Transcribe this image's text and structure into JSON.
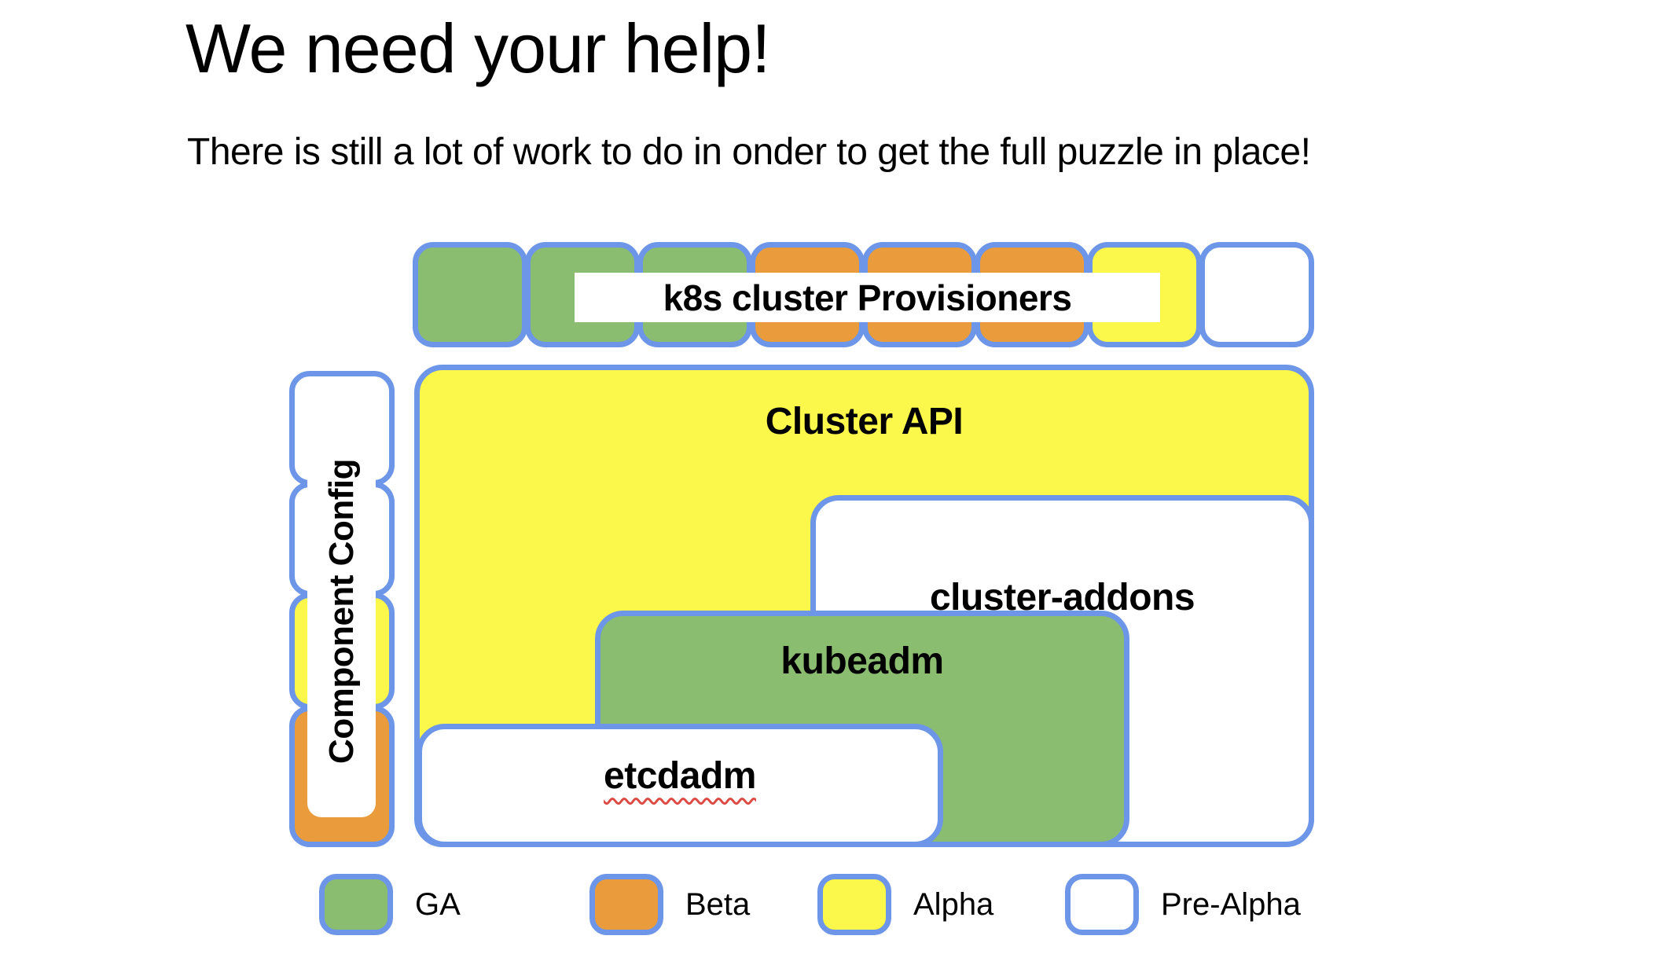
{
  "title": "We need your help!",
  "subtitle": "There is still a lot of work to do in onder to get the full puzzle in place!",
  "colors": {
    "ga": "#8abd70",
    "beta": "#ea9c3c",
    "alpha": "#fcf74b",
    "pre-alpha": "#ffffff",
    "border_blue": "#6d96e8",
    "spellcheck_red": "#dd4b44"
  },
  "provisioners": {
    "label": "k8s cluster Provisioners",
    "squares": [
      "ga",
      "ga",
      "ga",
      "beta",
      "beta",
      "beta",
      "alpha",
      "pre-alpha"
    ]
  },
  "component_config": {
    "label": "Component Config",
    "squares": [
      "pre-alpha",
      "pre-alpha",
      "alpha",
      "beta"
    ]
  },
  "pieces": {
    "cluster_api": {
      "label": "Cluster API",
      "status": "alpha"
    },
    "cluster_addons": {
      "label": "cluster-addons",
      "status": "pre-alpha"
    },
    "kubeadm": {
      "label": "kubeadm",
      "status": "ga"
    },
    "etcdadm": {
      "label": "etcdadm",
      "status": "pre-alpha",
      "spellcheck_underline": true
    }
  },
  "legend": [
    {
      "label": "GA",
      "status": "ga"
    },
    {
      "label": "Beta",
      "status": "beta"
    },
    {
      "label": "Alpha",
      "status": "alpha"
    },
    {
      "label": "Pre-Alpha",
      "status": "pre-alpha"
    }
  ]
}
